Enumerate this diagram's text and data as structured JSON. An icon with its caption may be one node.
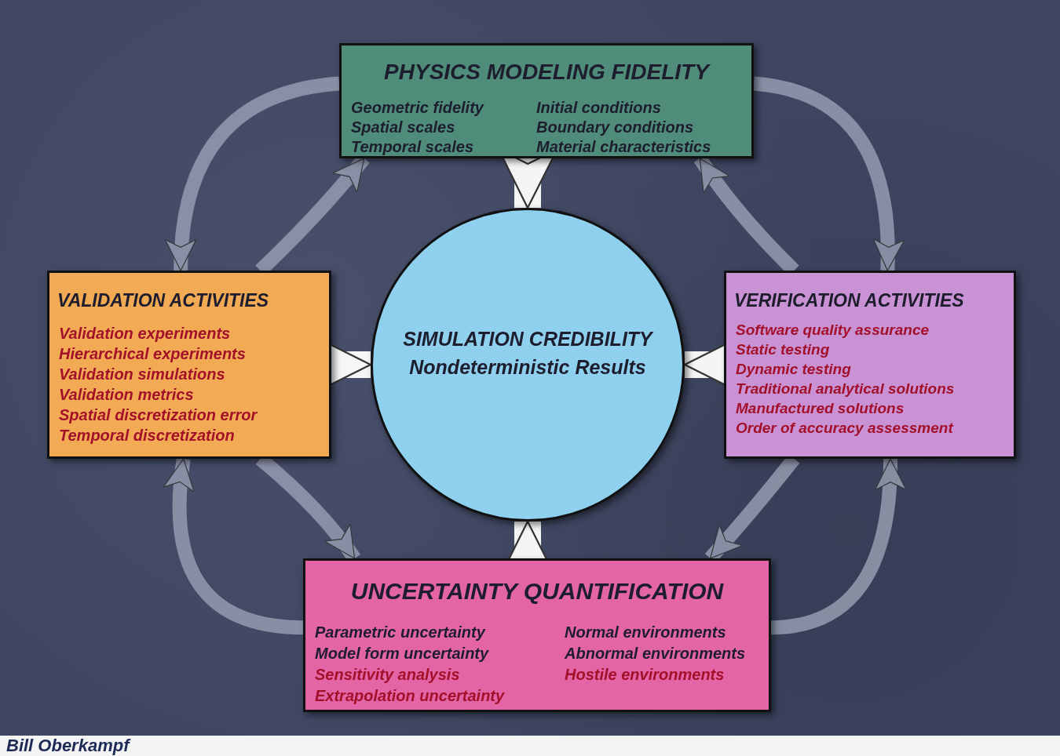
{
  "diagram": {
    "nodes": [
      {
        "text": [
          "PHYSICS MODELING FIDELITY",
          "Geometric fidelity",
          "Spatial scales",
          "Temporal scales",
          "Initial conditions",
          "Boundary conditions",
          "Material characteristics"
        ]
      },
      {
        "text": [
          "VALIDATION ACTIVITIES",
          "Validation experiments",
          "Hierarchical experiments",
          "Validation simulations",
          "Validation metrics",
          "Spatial discretization error",
          "Temporal discretization"
        ]
      },
      {
        "text": [
          "SIMULATION CREDIBILITY",
          "Nondeterministic Results"
        ]
      },
      {
        "text": [
          "VERIFICATION ACTIVITIES",
          "Software quality assurance",
          "Static testing",
          "Dynamic testing",
          "Traditional analytical solutions",
          "Manufactured solutions",
          "Order of accuracy assessment"
        ]
      },
      {
        "text": [
          "UNCERTAINTY QUANTIFICATION",
          "Parametric uncertainty",
          "Model form uncertainty",
          "Sensitivity analysis",
          "Extrapolation uncertainty",
          "Normal environments",
          "Abnormal environments",
          "Hostile environments"
        ]
      }
    ],
    "edges": [
      {
        "from": 0,
        "to": 2,
        "arrow": "to",
        "style": "thick",
        "color": "#ffffff"
      },
      {
        "from": 1,
        "to": 2,
        "arrow": "to",
        "style": "thick",
        "color": "#ffffff"
      },
      {
        "from": 3,
        "to": 2,
        "arrow": "to",
        "style": "thick",
        "color": "#ffffff"
      },
      {
        "from": 4,
        "to": 2,
        "arrow": "to",
        "style": "thick",
        "color": "#ffffff"
      },
      {
        "from": 0,
        "to": 1,
        "arrow": "to"
      },
      {
        "from": 1,
        "to": 0,
        "arrow": "to"
      },
      {
        "from": 0,
        "to": 3,
        "arrow": "to"
      },
      {
        "from": 3,
        "to": 0,
        "arrow": "to"
      },
      {
        "from": 1,
        "to": 4,
        "arrow": "to"
      },
      {
        "from": 4,
        "to": 1,
        "arrow": "to"
      },
      {
        "from": 3,
        "to": 4,
        "arrow": "to"
      },
      {
        "from": 4,
        "to": 3,
        "arrow": "to"
      }
    ],
    "labels": [
      "Bill Oberkampf"
    ]
  }
}
